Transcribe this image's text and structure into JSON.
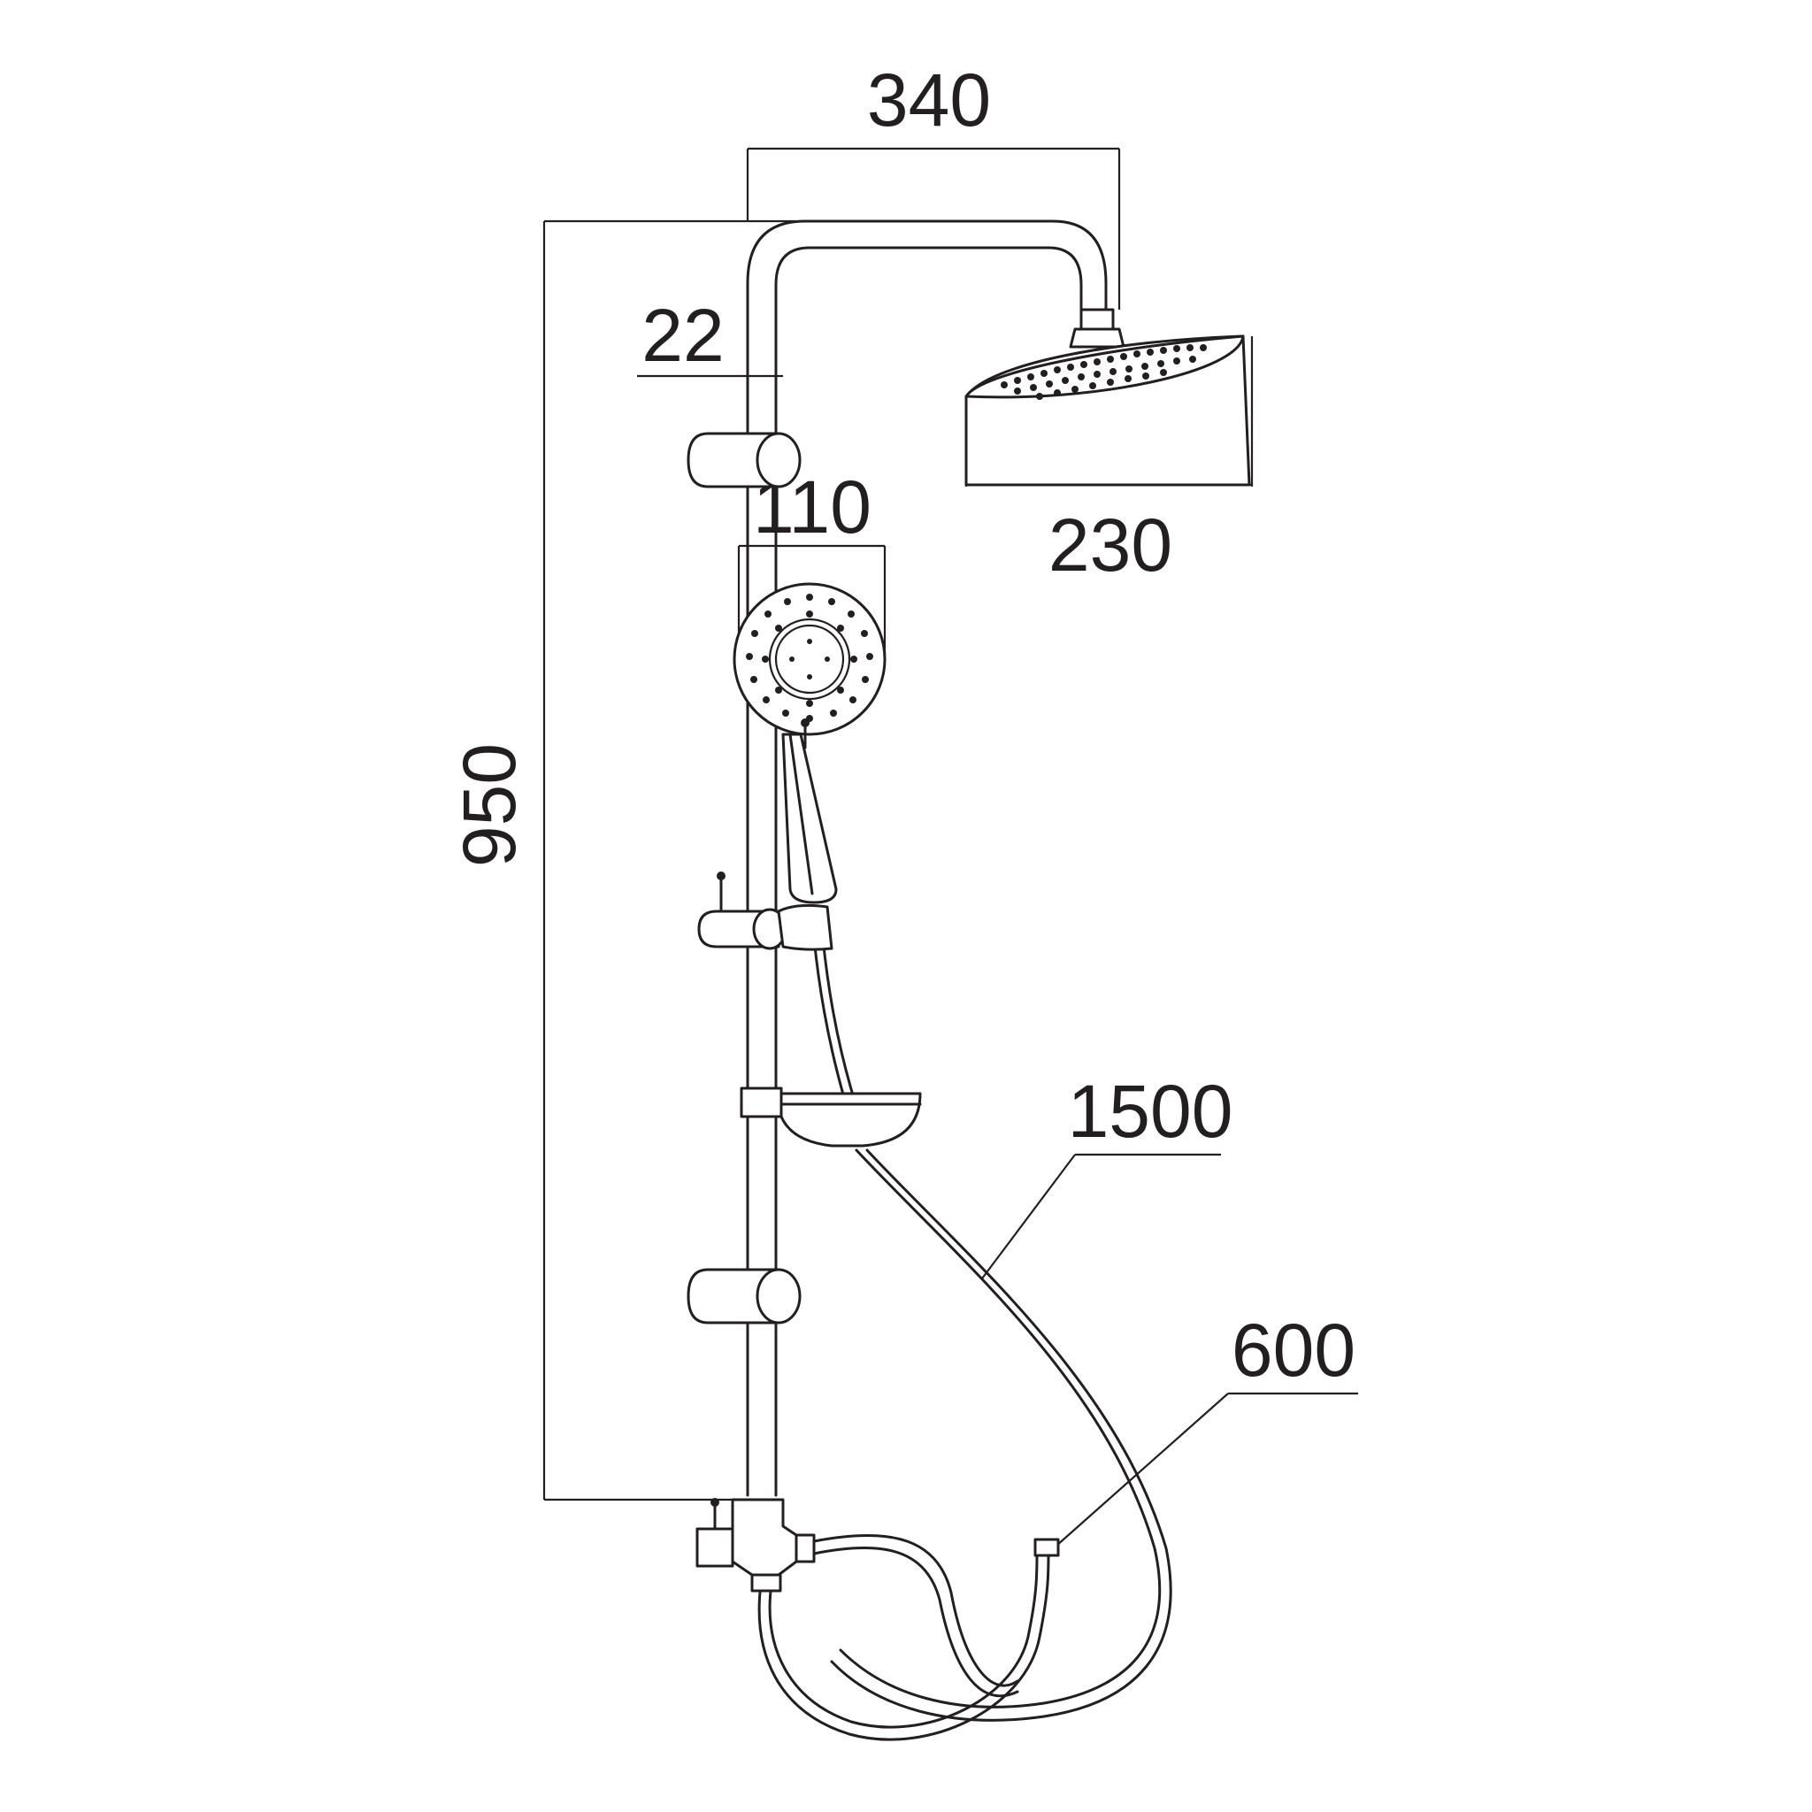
{
  "dimensions": {
    "overall_width": "340",
    "arm_offset": "22",
    "overhead_diameter": "230",
    "hand_diameter": "110",
    "total_height": "950",
    "hose_length": "1500",
    "lower_hose_length": "600"
  },
  "colors": {
    "line": "#231f20",
    "background": "#ffffff"
  }
}
